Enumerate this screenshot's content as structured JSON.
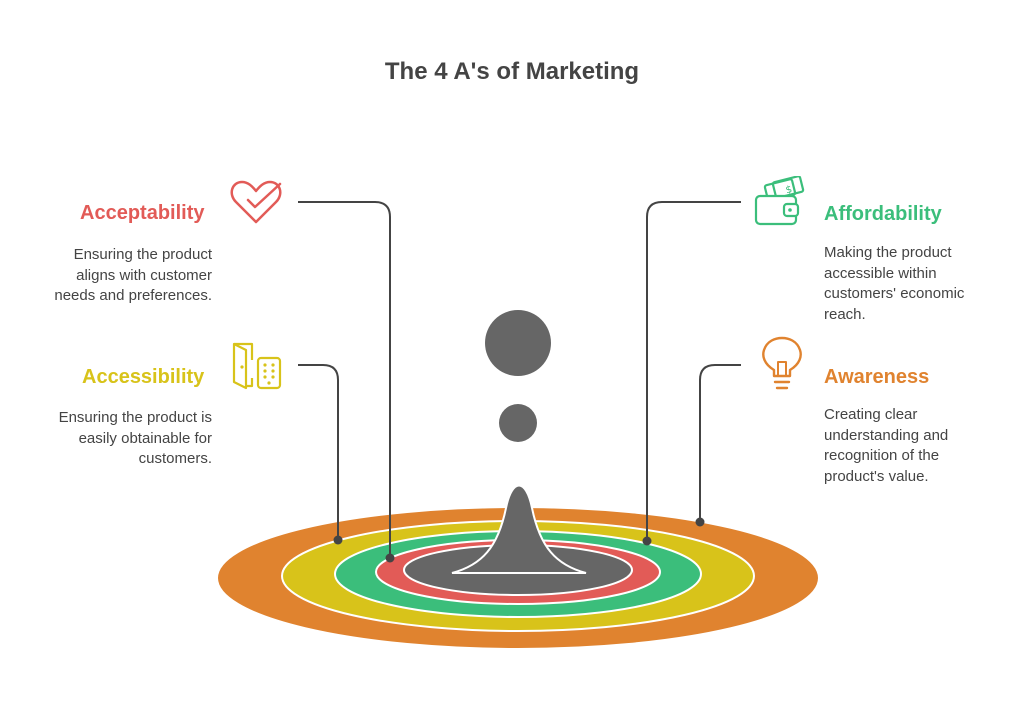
{
  "title": "The 4 A's of Marketing",
  "items": {
    "acceptability": {
      "heading": "Acceptability",
      "color": "#E25B57",
      "icon": "heart-check-icon",
      "lines": [
        "Ensuring the product",
        "aligns with customer",
        "needs and preferences."
      ]
    },
    "accessibility": {
      "heading": "Accessibility",
      "color": "#D8C31A",
      "icon": "door-keypad-icon",
      "lines": [
        "Ensuring the product is",
        "easily obtainable for",
        "customers."
      ]
    },
    "affordability": {
      "heading": "Affordability",
      "color": "#3BBE7B",
      "icon": "wallet-money-icon",
      "lines": [
        "Making the product",
        "accessible within",
        "customers' economic",
        "reach."
      ]
    },
    "awareness": {
      "heading": "Awareness",
      "color": "#E0832F",
      "icon": "lightbulb-icon",
      "lines": [
        "Creating clear",
        "understanding and",
        "recognition of the",
        "product's value."
      ]
    }
  },
  "colors": {
    "center": "#666666",
    "text": "#444444"
  }
}
